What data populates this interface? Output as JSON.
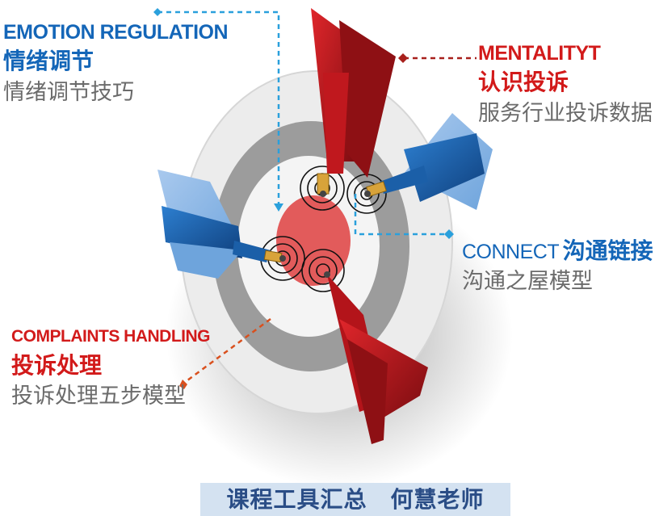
{
  "labels": {
    "emotion": {
      "en": "EMOTION REGULATION",
      "zh": "情绪调节",
      "sub": "情绪调节技巧"
    },
    "mentality": {
      "en": "MENTALITYT",
      "zh": "认识投诉",
      "sub": "服务行业投诉数据"
    },
    "connect": {
      "en": "CONNECT",
      "zh": "沟通链接",
      "sub": "沟通之屋模型"
    },
    "complaints": {
      "en": "COMPLAINTS HANDLING",
      "zh": "投诉处理",
      "sub": "投诉处理五步模型"
    }
  },
  "footer": {
    "text": "课程工具汇总　何慧老师"
  },
  "colors": {
    "blue": "#1466b8",
    "red": "#d21a1a",
    "dart_red": "#b3141a",
    "dart_blue": "#1b5fa8",
    "target_center": "#e25b5b",
    "connector_dark_red": "#a8201c",
    "connector_blue": "#2aa0dc",
    "connector_orange": "#d9501e"
  }
}
